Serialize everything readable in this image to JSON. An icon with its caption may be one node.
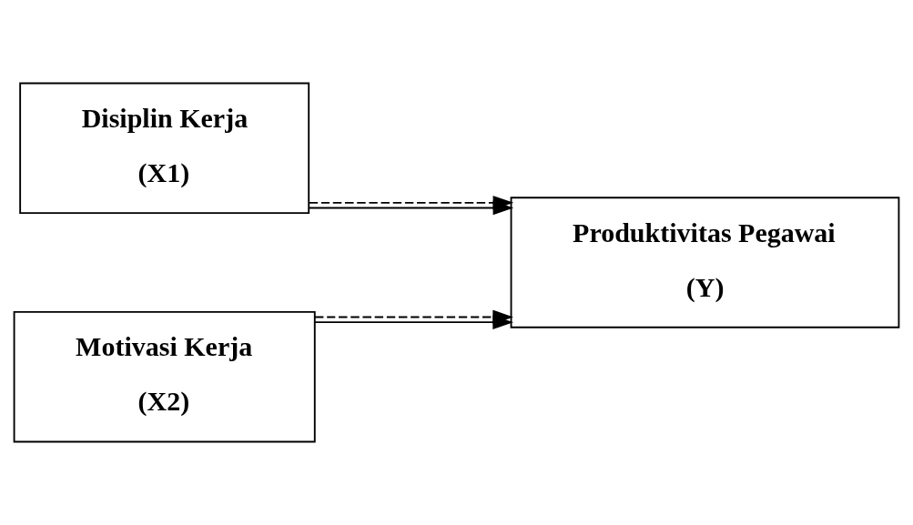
{
  "diagram": {
    "nodes": [
      {
        "text": [
          "Disiplin Kerja",
          "(X1)"
        ]
      },
      {
        "text": [
          "Motivasi Kerja",
          "(X2)"
        ]
      },
      {
        "text": [
          "Produktivitas Pegawai",
          "(Y)"
        ]
      }
    ],
    "edges": [
      {
        "from": 0,
        "to": 2,
        "arrow": "to"
      },
      {
        "from": 1,
        "to": 2,
        "arrow": "to"
      },
      {
        "from": 0,
        "to": 2,
        "arrow": "to",
        "style": "dashed"
      },
      {
        "from": 1,
        "to": 2,
        "arrow": "to",
        "style": "dashed"
      }
    ]
  }
}
